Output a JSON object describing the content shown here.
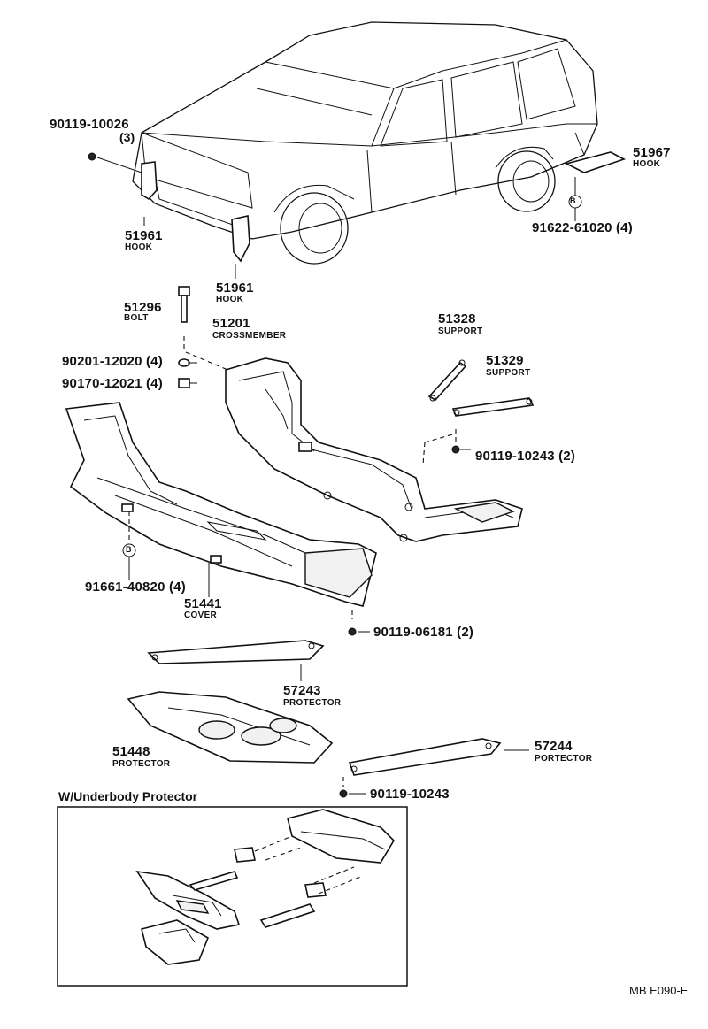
{
  "labels": {
    "bolt_90119_10026": "90119-10026",
    "qty_3": "(3)",
    "hook_51961_a": "51961",
    "hook_51961_a_name": "HOOK",
    "hook_51961_b": "51961",
    "hook_51961_b_name": "HOOK",
    "hook_51967": "51967",
    "hook_51967_name": "HOOK",
    "nut_91622": "91622-61020 (4)",
    "bolt_51296": "51296",
    "bolt_51296_name": "BOLT",
    "cross_51201": "51201",
    "cross_51201_name": "CROSSMEMBER",
    "support_51328": "51328",
    "support_51328_name": "SUPPORT",
    "support_51329": "51329",
    "support_51329_name": "SUPPORT",
    "washer_90201": "90201-12020 (4)",
    "nut_90170": "90170-12021 (4)",
    "bolt_90119_10243_2": "90119-10243 (2)",
    "bolt_91661": "91661-40820 (4)",
    "cover_51441": "51441",
    "cover_51441_name": "COVER",
    "bolt_90119_06181": "90119-06181 (2)",
    "prot_57243": "57243",
    "prot_57243_name": "PROTECTOR",
    "prot_51448": "51448",
    "prot_51448_name": "PROTECTOR",
    "prot_57244": "57244",
    "prot_57244_name": "PORTECTOR",
    "bolt_90119_10243": "90119-10243",
    "section_title": "W/Underbody Protector",
    "diagram_code": "MB E090-E",
    "b_marker": "B"
  }
}
